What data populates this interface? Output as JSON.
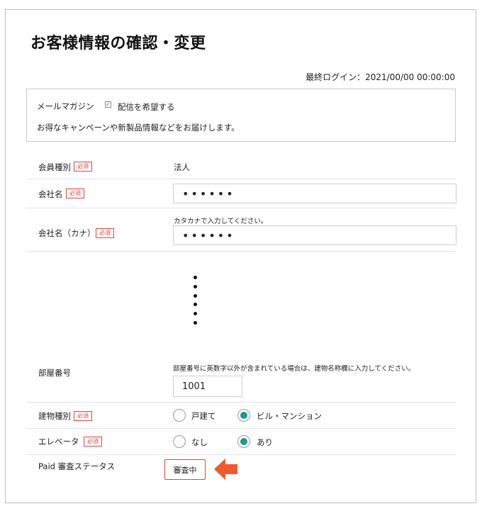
{
  "page": {
    "title": "お客様情報の確認・変更",
    "last_login": "最終ログイン：2021/00/00 00:00:00"
  },
  "mail_magazine": {
    "label": "メールマガジン",
    "checkbox_label": "配信を希望する",
    "checked": true,
    "description": "お得なキャンペーンや新製品情報などをお届けします。"
  },
  "required_badge": "必須",
  "fields": {
    "member_type": {
      "label": "会員種別",
      "value": "法人"
    },
    "company_name": {
      "label": "会社名",
      "value": "••••••"
    },
    "company_kana": {
      "label": "会社名（カナ）",
      "hint": "カタカナで入力してください。",
      "value": "••••••"
    },
    "room_number": {
      "label": "部屋番号",
      "hint": "部屋番号に英数字以外が含まれている場合は、建物名称欄に入力してください。",
      "value": "1001"
    },
    "building_type": {
      "label": "建物種別",
      "options": [
        {
          "label": "戸建て",
          "selected": false
        },
        {
          "label": "ビル・マンション",
          "selected": true
        }
      ]
    },
    "elevator": {
      "label": "エレベータ",
      "options": [
        {
          "label": "なし",
          "selected": false
        },
        {
          "label": "あり",
          "selected": true
        }
      ]
    },
    "paid_status": {
      "label": "Paid 審査ステータス",
      "button_label": "審査中"
    }
  },
  "colors": {
    "accent": "#e0453a",
    "radio_selected": "#1a9a90",
    "arrow": "#ef5a33"
  }
}
